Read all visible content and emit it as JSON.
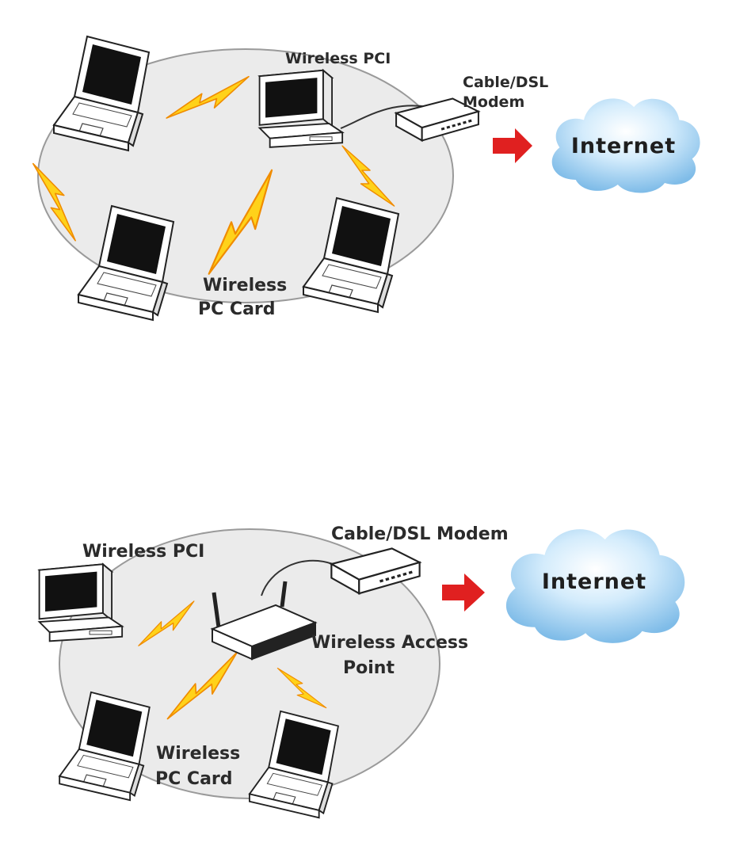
{
  "colors": {
    "ellipse_fill": "#ebebeb",
    "ellipse_stroke": "#9a9a9a",
    "bolt_fill": "#ffd21a",
    "bolt_stroke": "#f08c00",
    "arrow_fill": "#e02020",
    "cloud_light": "#e6f4ff",
    "cloud_dark": "#8cc4ec",
    "screen": "#111111",
    "device": "#ffffff"
  },
  "diagrams": [
    {
      "labels": {
        "pci": "Wireless PCI",
        "modem_line1": "Cable/DSL",
        "modem_line2": "Modem",
        "card_line1": "Wireless",
        "card_line2": "PC Card",
        "internet": "Internet"
      }
    },
    {
      "labels": {
        "pci": "Wireless PCI",
        "modem": "Cable/DSL Modem",
        "ap_line1": "Wireless Access",
        "ap_line2": "Point",
        "card_line1": "Wireless",
        "card_line2": "PC Card",
        "internet": "Internet"
      }
    }
  ]
}
